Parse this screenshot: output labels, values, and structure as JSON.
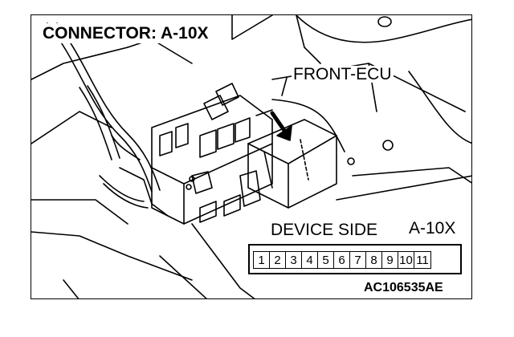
{
  "diagram": {
    "title": "CONNECTOR: A-10X",
    "part_label": "FRONT-ECU",
    "device_side_label": "DEVICE SIDE",
    "device_code": "A-10X",
    "pins": [
      "1",
      "2",
      "3",
      "4",
      "5",
      "6",
      "7",
      "8",
      "9",
      "10",
      "11"
    ],
    "reference_code": "AC106535AE"
  }
}
